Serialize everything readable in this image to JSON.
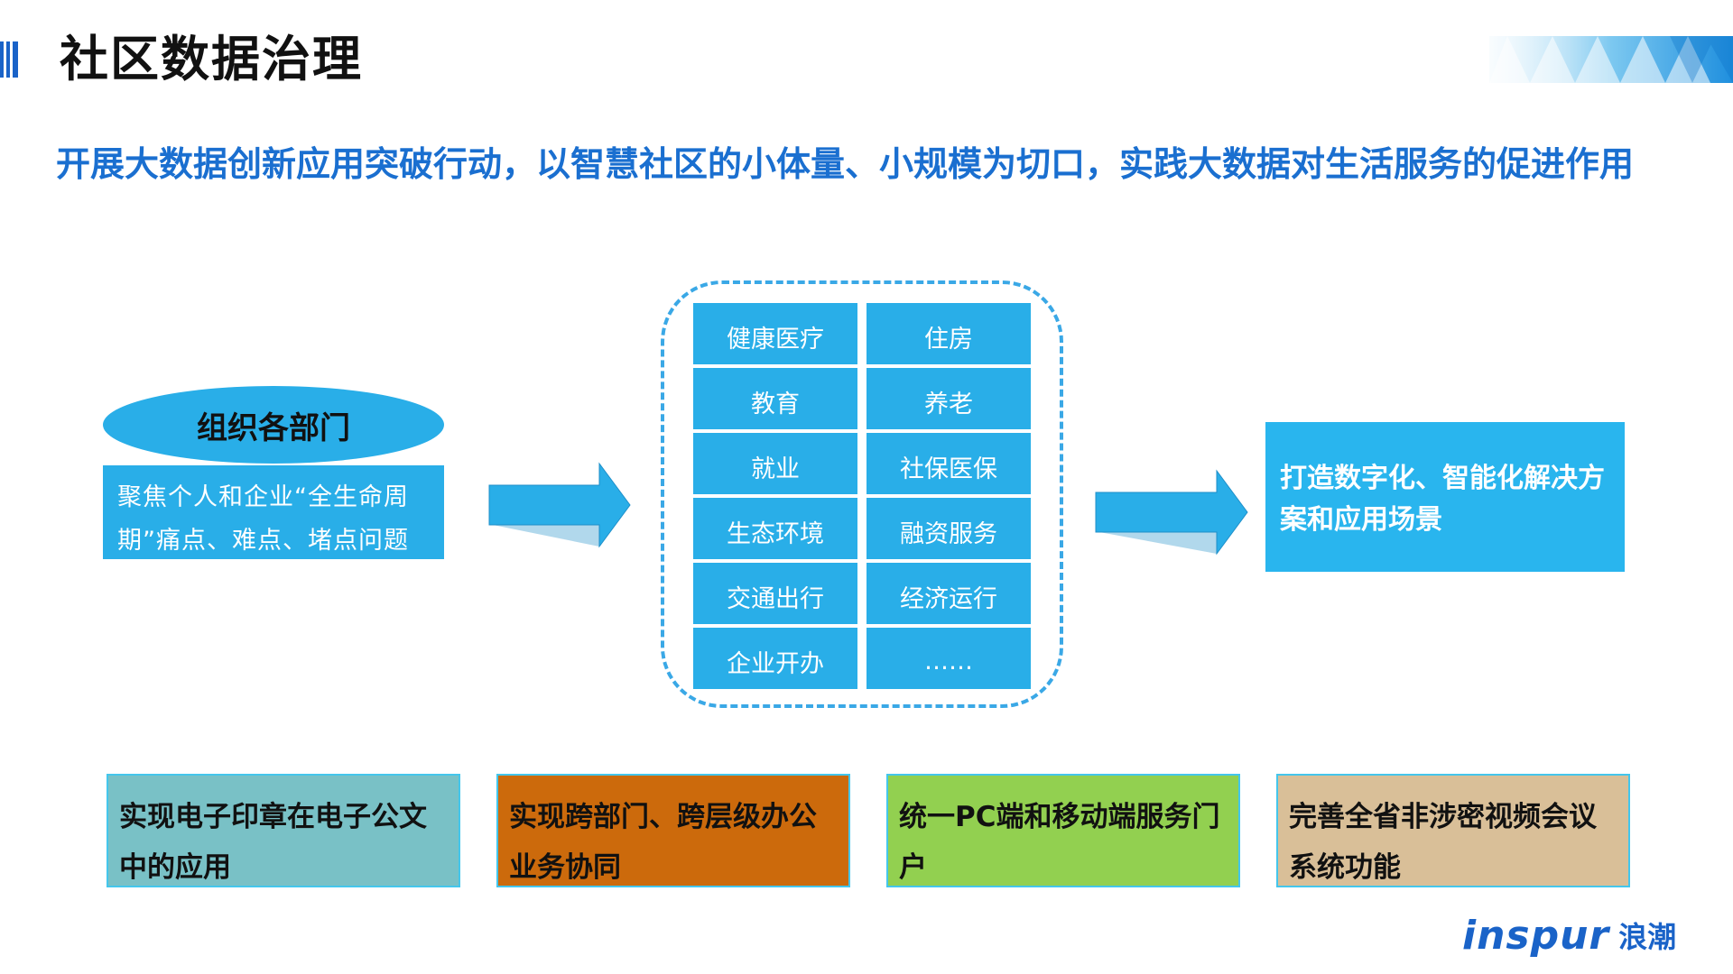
{
  "title": "社区数据治理",
  "subtitle": "开展大数据创新应用突破行动，以智慧社区的小体量、小规模为切口，实践大数据对生活服务的促进作用",
  "left": {
    "ellipse_label": "组织各部门",
    "description": "聚焦个人和企业“全生命周期”痛点、难点、堵点问题"
  },
  "domains": [
    "健康医疗",
    "住房",
    "教育",
    "养老",
    "就业",
    "社保医保",
    "生态环境",
    "融资服务",
    "交通出行",
    "经济运行",
    "企业开办",
    "……"
  ],
  "result": "打造数字化、智能化解决方案和应用场景",
  "cards": [
    {
      "label": "实现电子印章在电子公文中的应用",
      "color": "#79c1c6"
    },
    {
      "label": "实现跨部门、跨层级办公业务协同",
      "color": "#cc6a0c"
    },
    {
      "label": "统一PC端和移动端服务门户",
      "color": "#92d050"
    },
    {
      "label": "完善全省非涉密视频会议系统功能",
      "color": "#d9bf98"
    }
  ],
  "logo": {
    "brand": "inspur",
    "cn": "浪潮"
  },
  "colors": {
    "accent": "#29aee8",
    "title_blue": "#1a6fd0",
    "logo_blue": "#1a63c8"
  }
}
